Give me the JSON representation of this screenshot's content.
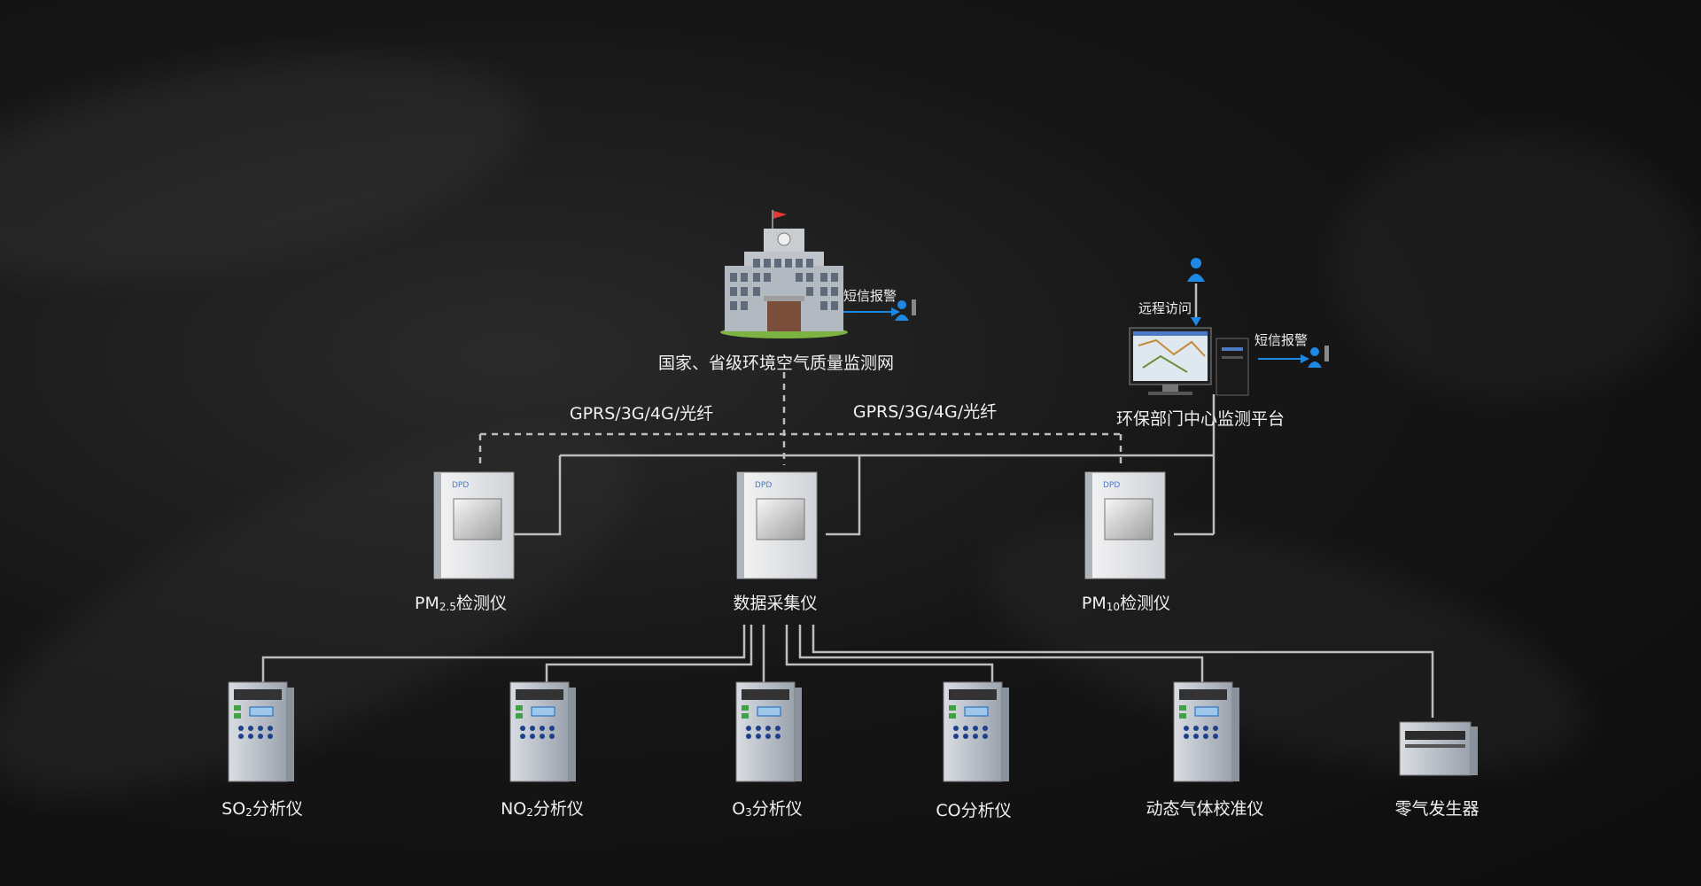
{
  "top_node": {
    "label": "国家、省级环境空气质量监测网",
    "sms": "短信报警"
  },
  "platform": {
    "label": "环保部门中心监测平台",
    "remote": "远程访问",
    "sms": "短信报警"
  },
  "links": {
    "left": "GPRS/3G/4G/光纤",
    "right": "GPRS/3G/4G/光纤"
  },
  "devices": {
    "pm25": {
      "prefix": "PM",
      "sub": "2.5",
      "suffix": "检测仪"
    },
    "collector": {
      "label": "数据采集仪"
    },
    "pm10": {
      "prefix": "PM",
      "sub": "10",
      "suffix": "检测仪"
    }
  },
  "analyzers": [
    {
      "prefix": "SO",
      "sub": "2",
      "suffix": "分析仪"
    },
    {
      "prefix": "NO",
      "sub": "2",
      "suffix": "分析仪"
    },
    {
      "prefix": "O",
      "sub": "3",
      "suffix": "分析仪"
    },
    {
      "prefix": "CO",
      "sub": "",
      "suffix": "分析仪"
    },
    {
      "prefix": "动态气体校准仪",
      "sub": "",
      "suffix": ""
    },
    {
      "prefix": "零气发生器",
      "sub": "",
      "suffix": ""
    }
  ],
  "colors": {
    "line": "#bdbdbd",
    "accent_blue": "#1e88e5",
    "flag_red": "#e53935",
    "building_grass": "#7cb342"
  }
}
